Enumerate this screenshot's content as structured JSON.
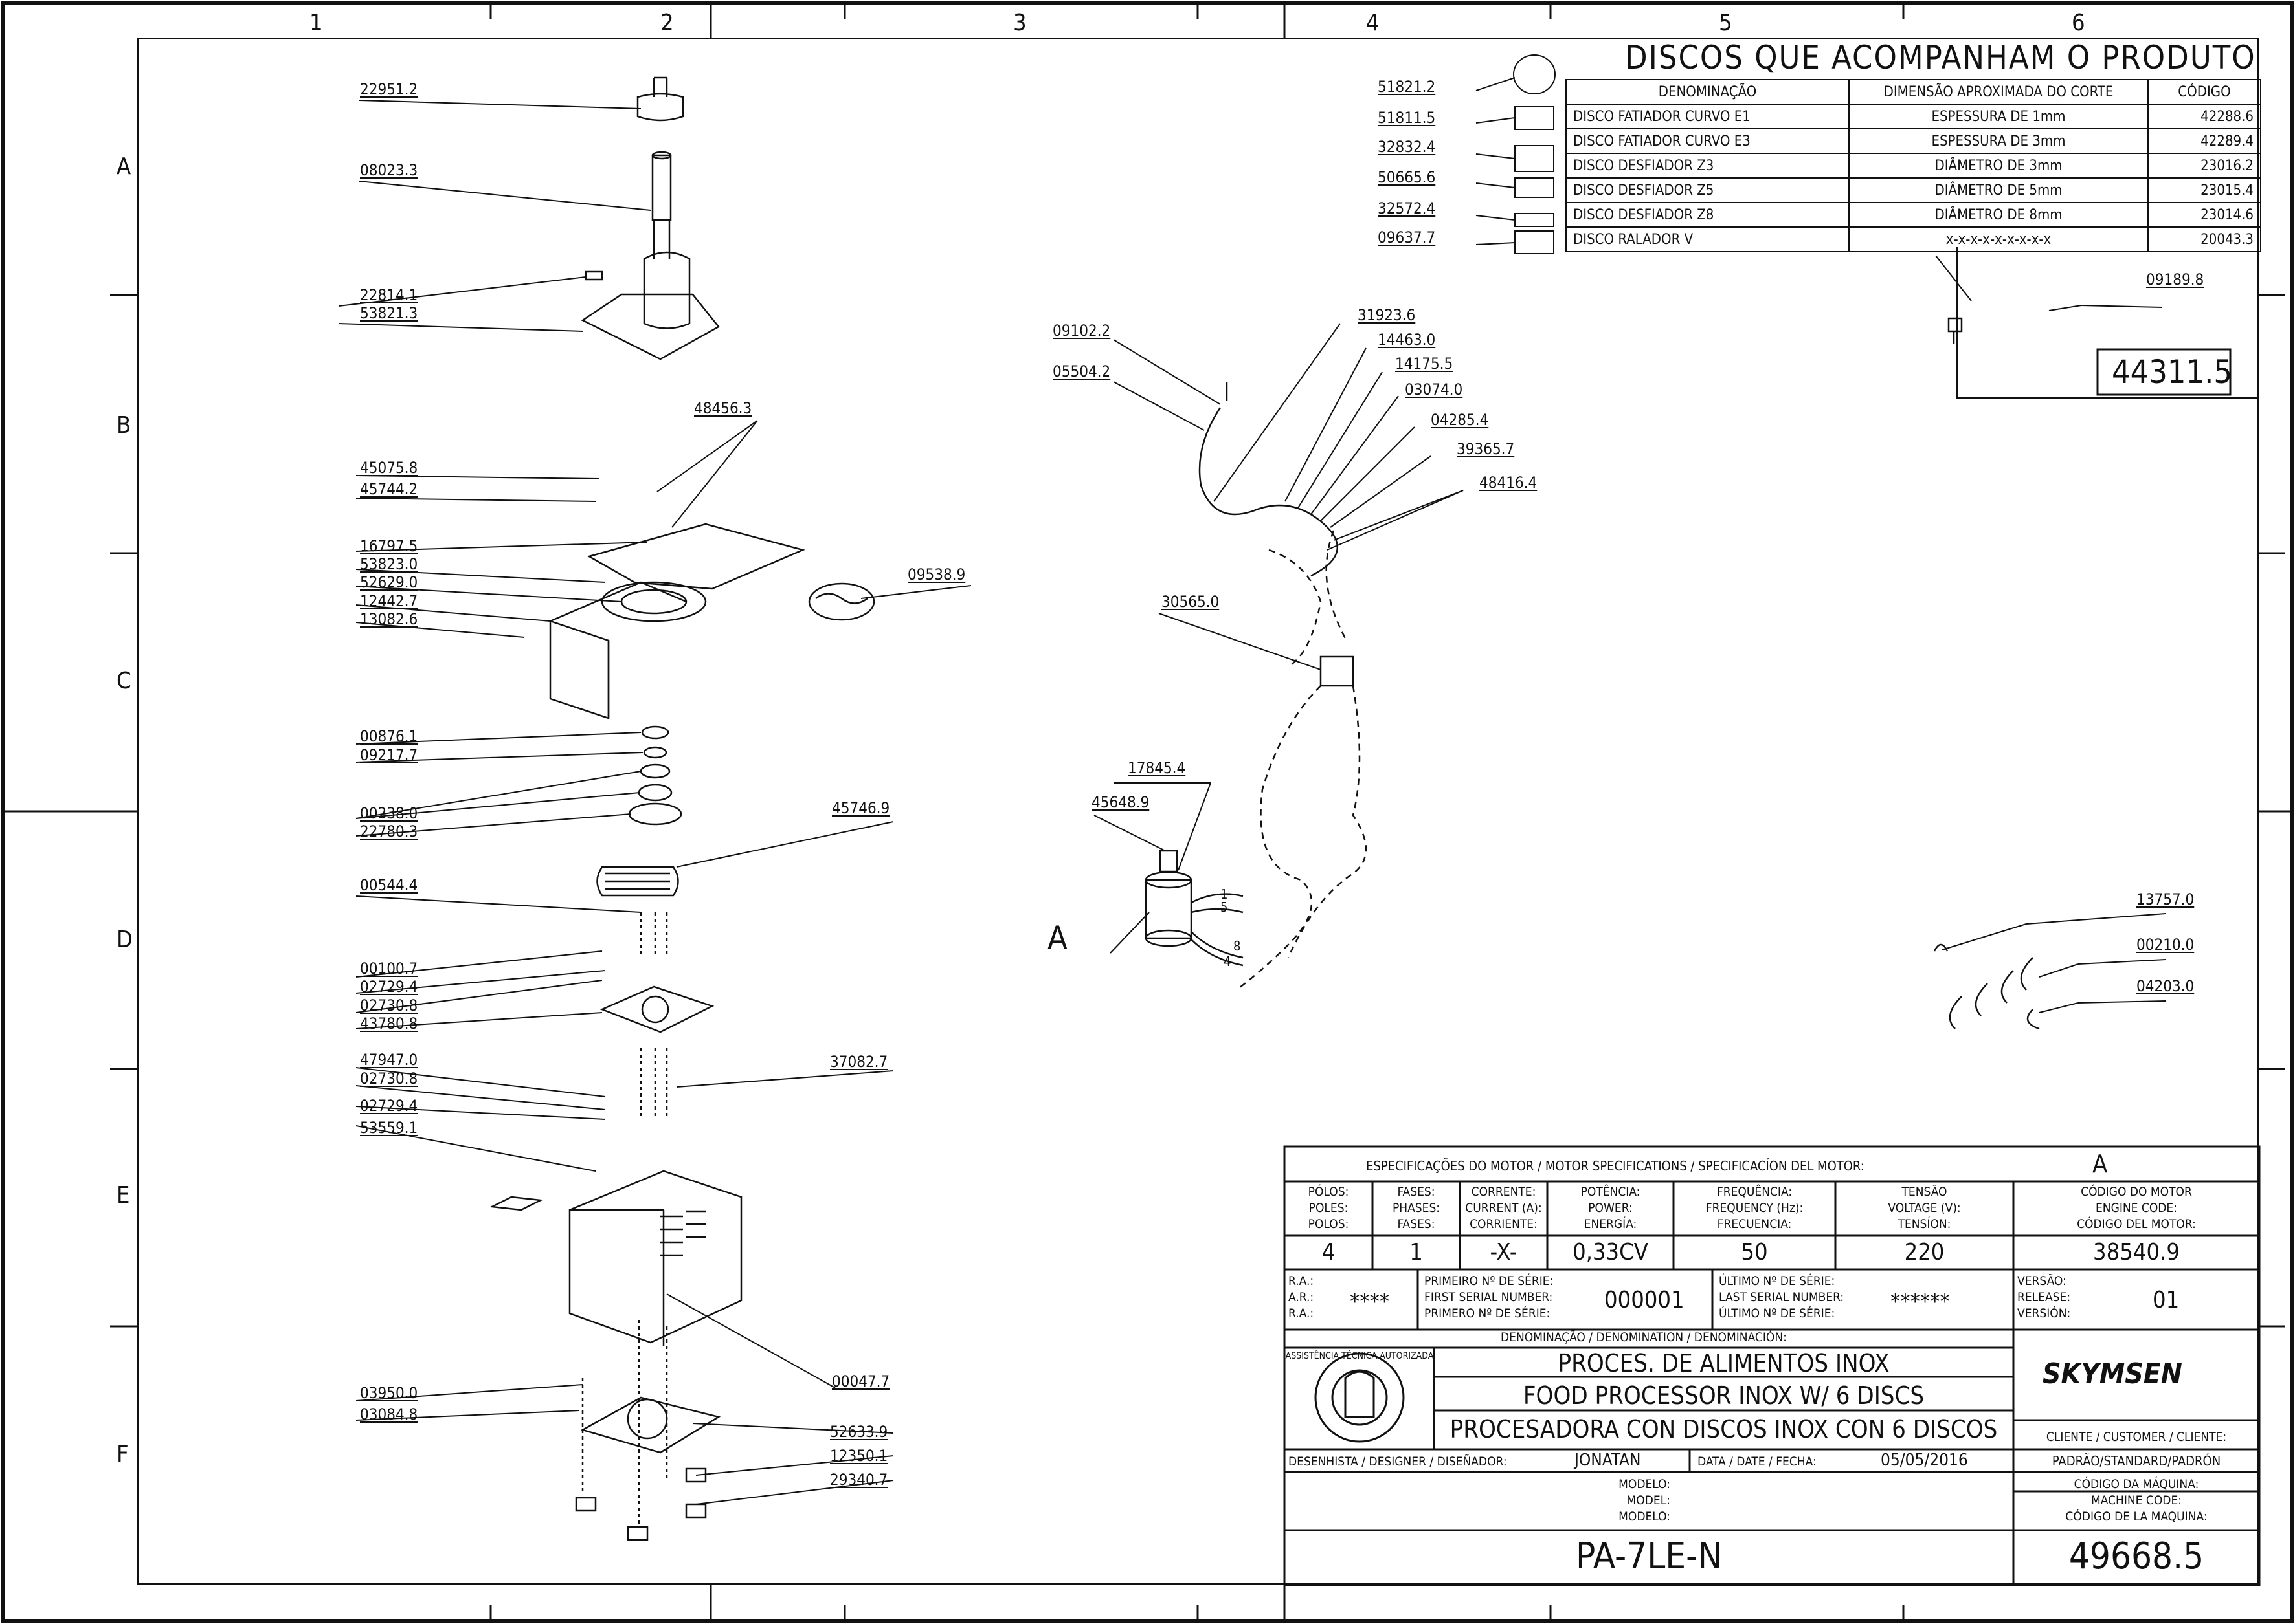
{
  "border": {
    "columns": [
      "1",
      "2",
      "3",
      "4",
      "5",
      "6"
    ],
    "rows": [
      "A",
      "B",
      "C",
      "D",
      "E",
      "F"
    ]
  },
  "discs": {
    "title": "DISCOS QUE ACOMPANHAM O PRODUTO",
    "headers": [
      "DENOMINAÇÃO",
      "DIMENSÃO APROXIMADA DO CORTE",
      "CÓDIGO"
    ],
    "rows": [
      [
        "DISCO FATIADOR CURVO E1",
        "ESPESSURA DE 1mm",
        "42288.6"
      ],
      [
        "DISCO FATIADOR CURVO E3",
        "ESPESSURA DE 3mm",
        "42289.4"
      ],
      [
        "DISCO DESFIADOR Z3",
        "DIÂMETRO DE 3mm",
        "23016.2"
      ],
      [
        "DISCO DESFIADOR Z5",
        "DIÂMETRO DE 5mm",
        "23015.4"
      ],
      [
        "DISCO DESFIADOR Z8",
        "DIÂMETRO DE 8mm",
        "23014.6"
      ],
      [
        "DISCO RALADOR V",
        "x-x-x-x-x-x-x-x-x",
        "20043.3"
      ]
    ]
  },
  "sticker_codes": [
    "51821.2",
    "51811.5",
    "32832.4",
    "50665.6",
    "32572.4",
    "09637.7"
  ],
  "kit": {
    "part": "09189.8",
    "code": "44311.5"
  },
  "left_parts": {
    "p22951_2": "22951.2",
    "p08023_3": "08023.3",
    "p22814_1": "22814.1",
    "p53821_3": "53821.3",
    "p48456_3": "48456.3",
    "p45075_8": "45075.8",
    "p45744_2": "45744.2",
    "p16797_5": "16797.5",
    "p53823_0": "53823.0",
    "p52629_0": "52629.0",
    "p12442_7": "12442.7",
    "p13082_6": "13082.6",
    "p09538_9": "09538.9",
    "p00876_1": "00876.1",
    "p09217_7": "09217.7",
    "p00238_0": "00238.0",
    "p22780_3": "22780.3",
    "p45746_9": "45746.9",
    "p00544_4": "00544.4",
    "p00100_7": "00100.7",
    "p02729_4a": "02729.4",
    "p02730_8a": "02730.8",
    "p43780_8": "43780.8",
    "p47947_0": "47947.0",
    "p02730_8b": "02730.8",
    "p02729_4b": "02729.4",
    "p37082_7": "37082.7",
    "p53559_1": "53559.1",
    "p00047_7": "00047.7",
    "p03950_0": "03950.0",
    "p03084_8": "03084.8",
    "p52633_9": "52633.9",
    "p12350_1": "12350.1",
    "p29340_7": "29340.7"
  },
  "wiring_parts": {
    "p09102_2": "09102.2",
    "p05504_2": "05504.2",
    "p31923_6": "31923.6",
    "p14463_0": "14463.0",
    "p14175_5": "14175.5",
    "p03074_0": "03074.0",
    "p04285_4": "04285.4",
    "p39365_7": "39365.7",
    "p48416_4": "48416.4",
    "p30565_0": "30565.0",
    "p17845_4": "17845.4",
    "p45648_9": "45648.9",
    "callout": "A",
    "w1": "1",
    "w5": "5",
    "w8": "8",
    "w4": "4"
  },
  "spring_parts": {
    "p13757_0": "13757.0",
    "p00210_0": "00210.0",
    "p04203_0": "04203.0"
  },
  "title_block": {
    "motor_spec_title": "ESPECIFICAÇÕES DO MOTOR / MOTOR SPECIFICATIONS / SPECIFICACÍON DEL MOTOR:",
    "variant": "A",
    "poles": [
      "PÓLOS:",
      "POLES:",
      "POLOS:"
    ],
    "phases": [
      "FASES:",
      "PHASES:",
      "FASES:"
    ],
    "current": [
      "CORRENTE:",
      "CURRENT (A):",
      "CORRIENTE:"
    ],
    "power": [
      "POTÊNCIA:",
      "POWER:",
      "ENERGÍA:"
    ],
    "frequency": [
      "FREQUÊNCIA:",
      "FREQUENCY (Hz):",
      "FRECUENCIA:"
    ],
    "voltage": [
      "TENSÃO",
      "VOLTAGE (V):",
      "TENSÍON:"
    ],
    "engine_code": [
      "CÓDIGO DO MOTOR",
      "ENGINE CODE:",
      "CÓDIGO DEL MOTOR:"
    ],
    "poles_val": "4",
    "phases_val": "1",
    "current_val": "-X-",
    "power_val": "0,33CV",
    "frequency_val": "50",
    "voltage_val": "220",
    "engine_code_val": "38540.9",
    "ra": [
      "R.A.:",
      "A.R.:",
      "R.A.:"
    ],
    "ra_val": "****",
    "first_serial": [
      "PRIMEIRO Nº DE SÉRIE:",
      "FIRST SERIAL NUMBER:",
      "PRIMERO Nº DE SÉRIE:"
    ],
    "first_serial_val": "000001",
    "last_serial": [
      "ÚLTIMO Nº DE SÉRIE:",
      "LAST SERIAL NUMBER:",
      "ÚLTIMO Nº DE SÉRIE:"
    ],
    "last_serial_val": "******",
    "version": [
      "VERSÃO:",
      "RELEASE:",
      "VERSIÓN:"
    ],
    "version_val": "01",
    "denomination_label": "DENOMINAÇÃO / DENOMINATION / DENOMINACIÓN:",
    "name_pt": "PROCES. DE ALIMENTOS INOX",
    "name_en": "FOOD PROCESSOR INOX W/ 6 DISCS",
    "name_es": "PROCESADORA CON DISCOS INOX CON 6 DISCOS",
    "seal_text": "ASSISTÊNCIA TÉCNICA AUTORIZADA",
    "brand": "SKYMSEN",
    "client_label": "CLIENTE / CUSTOMER / CLIENTE:",
    "client_val": "PADRÃO/STANDARD/PADRÓN",
    "designer_label": "DESENHISTA / DESIGNER / DISEÑADOR:",
    "designer_val": "JONATAN",
    "date_label": "DATA / DATE / FECHA:",
    "date_val": "05/05/2016",
    "model": [
      "MODELO:",
      "MODEL:",
      "MODELO:"
    ],
    "machine_code": [
      "CÓDIGO DA MÁQUINA:",
      "MACHINE CODE:",
      "CÓDIGO DE LA MAQUINA:"
    ],
    "model_val": "PA-7LE-N",
    "machine_code_val": "49668.5"
  }
}
